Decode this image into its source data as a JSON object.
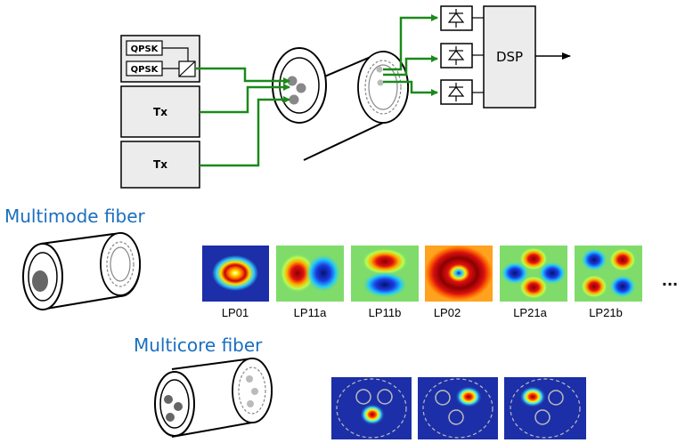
{
  "transmitter": {
    "qpsk_top": "QPSK",
    "qpsk_bottom": "QPSK",
    "tx1": "Tx",
    "tx2": "Tx"
  },
  "receiver": {
    "dsp": "DSP"
  },
  "multimode": {
    "heading": "Multimode fiber",
    "modes": [
      "LP01",
      "LP11a",
      "LP11b",
      "LP02",
      "LP21a",
      "LP21b"
    ],
    "ellipsis": "..."
  },
  "multicore": {
    "heading": "Multicore fiber"
  },
  "colors": {
    "link": "#1a8a1a",
    "heading": "#1a6fbf",
    "box_fill": "#ececec",
    "mode_bg_green": "#7fdc6a",
    "mode_bg_blue": "#1c2fa8",
    "mode_bg_orange": "#ffa21f"
  }
}
